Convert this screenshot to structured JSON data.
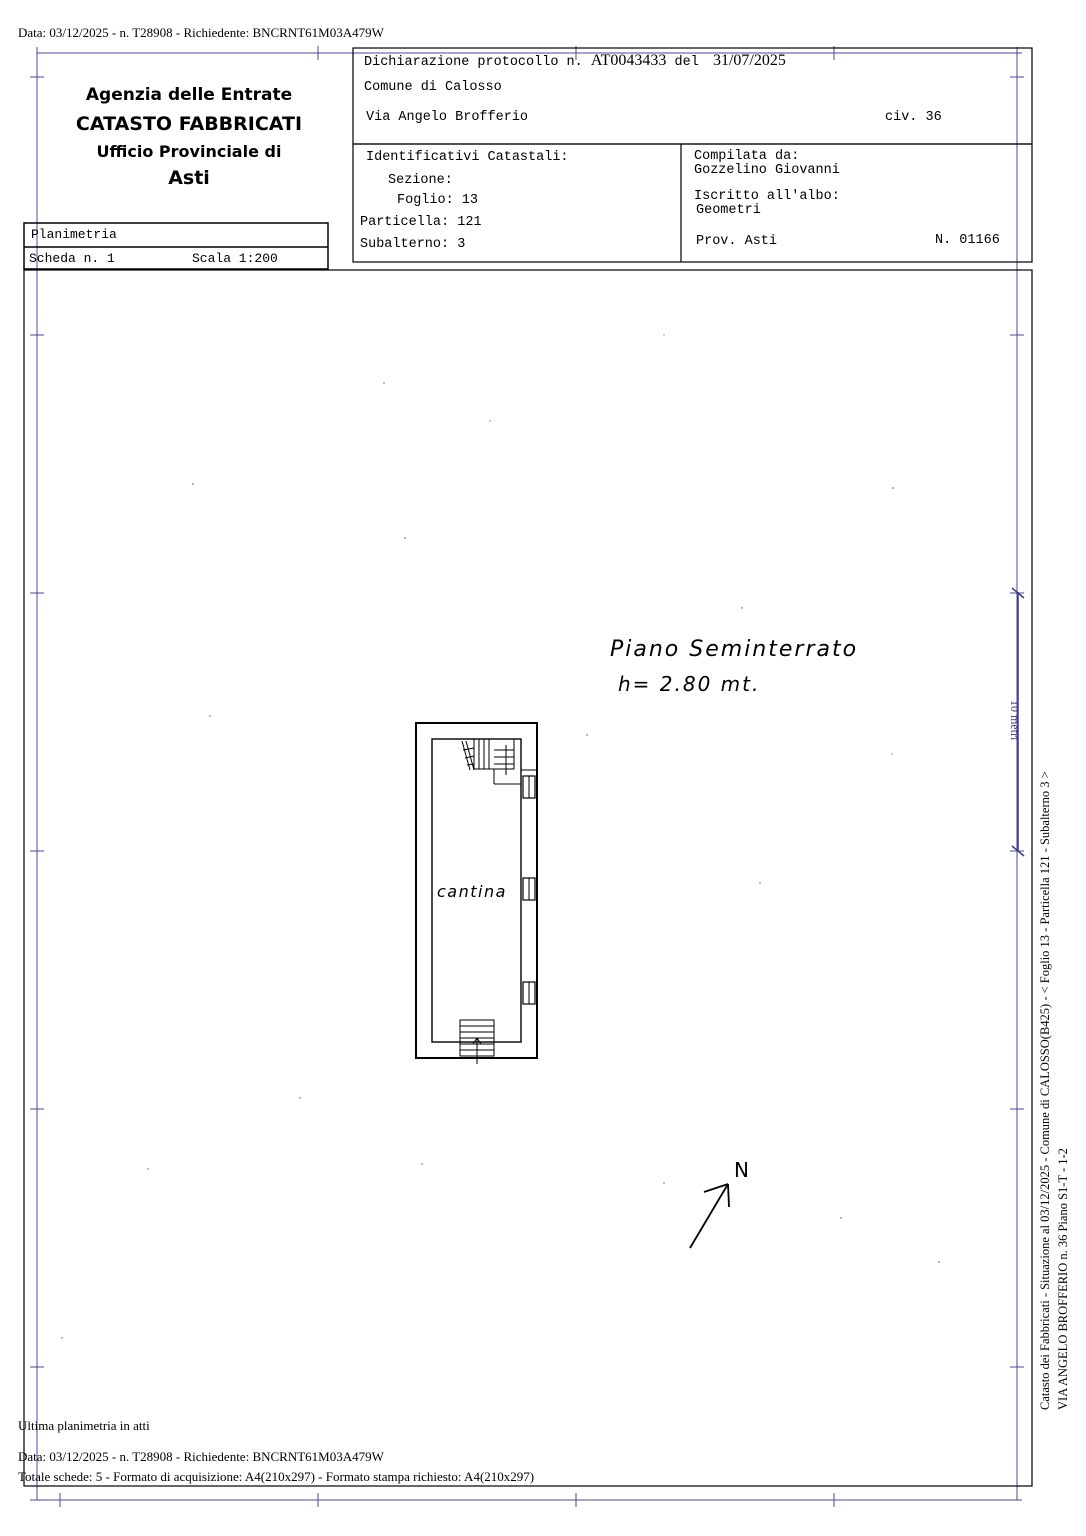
{
  "top_header": "Data: 03/12/2025 - n. T28908 - Richiedente: BNCRNT61M03A479W",
  "agency": {
    "line1": "Agenzia delle Entrate",
    "line2": "CATASTO FABBRICATI",
    "line3": "Ufficio Provinciale di",
    "line4": "Asti"
  },
  "declaration": {
    "label_prefix": "Dichiarazione protocollo n.",
    "number": "AT0043433",
    "del": "del",
    "date": "31/07/2025",
    "comune": "Comune di Calosso",
    "street": "Via Angelo Brofferio",
    "civ": "civ. 36"
  },
  "identificativi": {
    "title": "Identificativi Catastali:",
    "sezione": "Sezione:",
    "foglio": "Foglio: 13",
    "particella": "Particella: 121",
    "subalterno": "Subalterno: 3"
  },
  "compilata": {
    "label": "Compilata da:",
    "name": "Gozzelino Giovanni",
    "albo_label": "Iscritto all'albo:",
    "albo": "Geometri",
    "prov": "Prov. Asti",
    "numero": "N. 01166"
  },
  "planimetria": {
    "label": "Planimetria",
    "scheda": "Scheda n. 1",
    "scala": "Scala 1:200"
  },
  "drawing": {
    "floor_title": "Piano Seminterrato",
    "height": "h= 2.80 mt.",
    "room": "cantina",
    "north": "N",
    "scale_bar": "10 metri"
  },
  "side_text": {
    "line1": "Catasto dei Fabbricati - Situazione al 03/12/2025 - Comune di CALOSSO(B425) - < Foglio 13 - Particella 121 - Subalterno 3 >",
    "line2": "VIA ANGELO BROFFERIO n. 36 Piano S1-T - 1-2"
  },
  "footer": {
    "ultima": "Ultima planimetria in atti",
    "data": "Data: 03/12/2025 - n. T28908 - Richiedente: BNCRNT61M03A479W",
    "totale": "Totale schede: 5 - Formato di acquisizione: A4(210x297)  - Formato stampa richiesto: A4(210x297)"
  }
}
